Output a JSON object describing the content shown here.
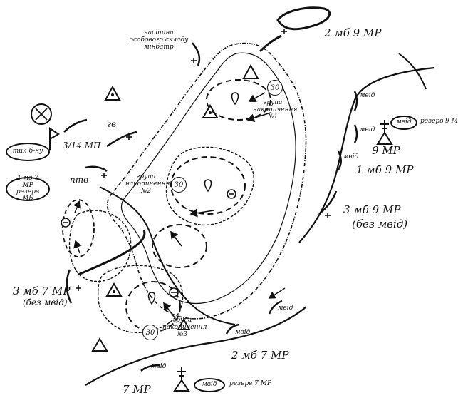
{
  "units": {
    "mb9": "2 мб 9 МР",
    "mb7": "2 мб 7 МР",
    "mr7": "7 МР",
    "mr9": "9 МР",
    "mb9_1": "1 мб 9 МР",
    "mb9_3": "3 мб 9 МР",
    "mb9_3_note": "(без мвід)",
    "mb7_3": "3 мб 7 МР",
    "mb7_3_note": "(без мвід)",
    "mp314": "3/14 МП",
    "gv": "гв",
    "ptv": "птв",
    "special": "частина особового складу мінбатр"
  },
  "mvid_labels": [
    "мвід",
    "мвід",
    "мвід",
    "мвід",
    "мвід",
    "мвід"
  ],
  "ovals": {
    "reserve9": {
      "inner": "мвід",
      "label": "резерв 9 МР"
    },
    "reserve7": {
      "inner": "мвід",
      "label": "резерв 7 МР"
    },
    "tyl": "тил б-ну",
    "reserve_mb": "1 мв 7 МР резерв МБ"
  },
  "groups": [
    {
      "num": "30",
      "label": "група накопичення №1"
    },
    {
      "num": "30",
      "label": "група накопичення №2"
    },
    {
      "num": "30",
      "label": "група накопичення №3"
    }
  ]
}
